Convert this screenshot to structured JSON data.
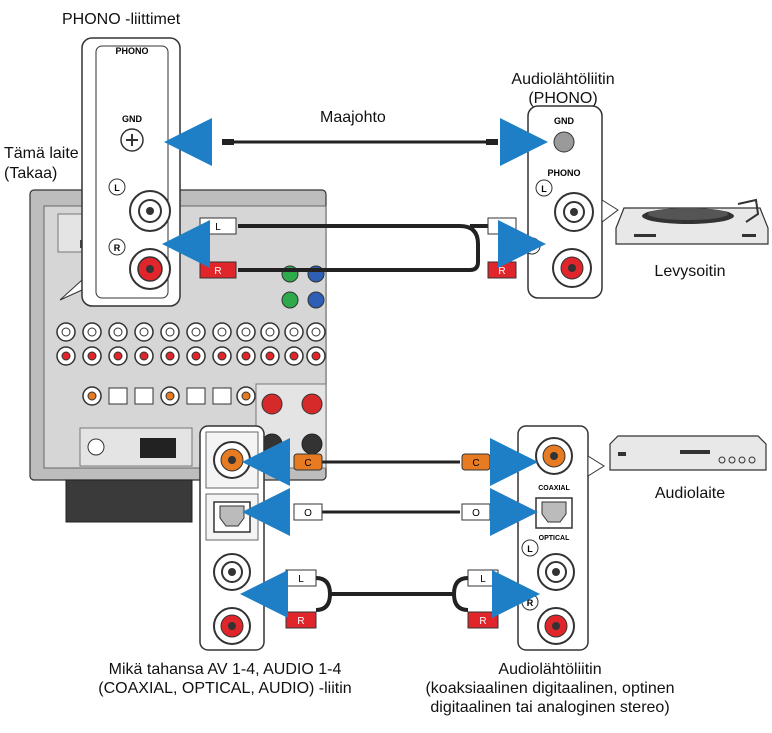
{
  "labels": {
    "phono_connectors": "PHONO -liittimet",
    "unit_line1": "Tämä laite",
    "unit_line2": "(Takaa)",
    "audio_out_title_1": "Audiolähtöliitin",
    "audio_out_title_2": "(PHONO)",
    "ground_wire": "Maajohto",
    "turntable": "Levysoitin",
    "audio_device": "Audiolaite",
    "any_input_1": "Mikä tahansa AV 1-4, AUDIO 1-4",
    "any_input_2": "(COAXIAL, OPTICAL, AUDIO) -liitin",
    "audio_out_bottom_1": "Audiolähtöliitin",
    "audio_out_bottom_2": "(koaksiaalinen digitaalinen, optinen",
    "audio_out_bottom_3": "digitaalinen tai analoginen stereo)"
  },
  "panel_text": {
    "phono": "PHONO",
    "gnd": "GND",
    "coaxial": "COAXIAL",
    "optical": "OPTICAL",
    "l": "L",
    "r": "R",
    "c": "C",
    "o": "O"
  },
  "colors": {
    "arrow": "#1e7fc6",
    "red_jack": "#e0262b",
    "orange_jack": "#e77b22",
    "panel_gray": "#c9c9c9",
    "panel_dark": "#8d8d8d"
  }
}
